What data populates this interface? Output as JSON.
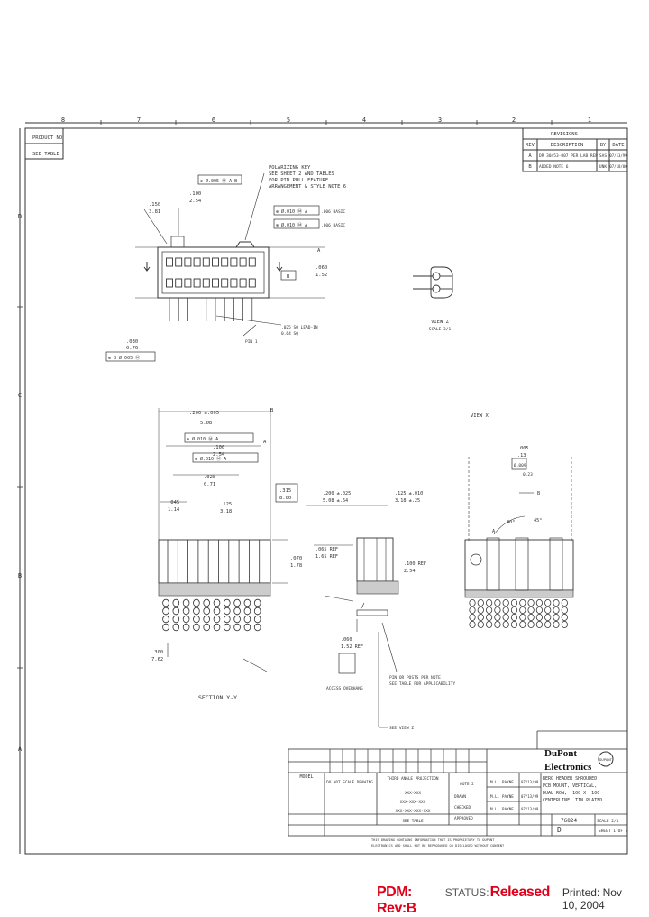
{
  "grid": {
    "top_zones": [
      "8",
      "7",
      "6",
      "5",
      "4",
      "3",
      "2",
      "1"
    ],
    "left_zones": [
      "D",
      "C",
      "B",
      "A"
    ]
  },
  "corner": {
    "product_no": "PRODUCT NO",
    "see_table": "SEE TABLE"
  },
  "revisions": {
    "header": "REVISIONS",
    "columns": [
      "REV",
      "DESCRIPTION",
      "BY",
      "DATE"
    ],
    "rows": [
      {
        "rev": "A",
        "description": "DR 30453-007 PER LAB REP",
        "by": "SAS",
        "date": "07/13/99"
      },
      {
        "rev": "B",
        "description": "ADDED NOTE 6",
        "by": "UNK",
        "date": "07/18/00"
      }
    ]
  },
  "top_view": {
    "polarizing_note": [
      "POLARIZING KEY",
      "SEE SHEET 2 AND TABLES",
      "FOR PIN PULL FEATURE",
      "ARRANGEMENT & STYLE NOTE 6"
    ],
    "dim_100": ".100",
    "dim_254": "2.54",
    "dim_150": ".150",
    "dim_381": "3.81",
    "dim_060": ".060",
    "dim_152": "1.52",
    "fcf_top": "⊕ Ø.005  Ⓜ  A  B",
    "fcf_a": "⊕ Ø.010  Ⓜ  A",
    "fcf_b": "⊕ Ø.010  Ⓜ  A",
    "dim_a": "A",
    "basic_1": ".006 BASIC",
    "basic_2": ".006 BASIC",
    "fcf_bottom": "⊕  B  Ø.005  Ⓜ",
    "dim_bottom_1": ".030",
    "dim_bottom_2": "0.76",
    "lead_in": ".025 SQ LEAD-IN",
    "lead_in_mm": "0.64 SQ",
    "pin_1": "PIN 1",
    "datum_b": "B"
  },
  "view_z": {
    "label": "VIEW Z",
    "scale": "SCALE 3/1"
  },
  "section": {
    "title": "SECTION Y-Y",
    "dims": [
      "B",
      ".200 ±.005",
      "5.08",
      "A",
      ".100",
      "2.54",
      ".028",
      "0.71",
      ".315",
      "8.00",
      ".045",
      "1.14",
      ".125",
      "3.18",
      ".070",
      "1.78",
      ".300",
      "7.62"
    ],
    "fcf_1": "⊕ Ø.010  Ⓜ  A",
    "fcf_2": "⊕ Ø.010  Ⓜ  A",
    "note_pin": "PIN OR POSTS PER NOTE",
    "note_table": "SEE TABLE FOR APPLICABILITY",
    "see_view": "SEE VIEW Z",
    "dim_mid": [
      ".200 ±.025",
      "5.08 ±.64",
      ".125 ±.010",
      "3.18 ±.25",
      ".065 REF",
      "1.65 REF",
      ".100 REF",
      "2.54",
      ".060",
      "1.52 REF",
      "ACCESS OVERHANG"
    ]
  },
  "detail_x": {
    "label": "VIEW X",
    "dims": [
      "B",
      ".005",
      ".13",
      "Ø.009",
      "0.23",
      "45°",
      "40°"
    ],
    "datum": "A"
  },
  "title_block": {
    "company_1": "DuPont",
    "company_2": "Electronics",
    "logo": "DUPONT",
    "title": [
      "BERG HEADER SHROUDED",
      "PCB MOUNT, VERTICAL, ",
      "DUAL ROW, .100 X .100",
      "CENTERLINE, TIN PLATED"
    ],
    "size": "D",
    "dwg_no": "76824",
    "sheet": "SHEET 1 OF 3",
    "scale": "SCALE 2/1",
    "model_label": "MODEL",
    "tolerance_note": "DO NOT SCALE DRAWING",
    "drawn_label": "DRAWN",
    "checked_label": "CHECKED",
    "approved_label": "APPROVED",
    "drawn_by": "M.L. PAYNE",
    "checked_by": "M.L. PAYNE",
    "approved_by": "M.L. PAYNE",
    "dates": [
      "07/13/99",
      "07/13/99",
      "07/13/99"
    ],
    "part_rows": [
      "XXX-XXX",
      "XXX-XXX-XXX",
      "XXX-XXX-XXX-XXX"
    ],
    "material": "SEE TABLE",
    "finish": "NOTE 2",
    "projection": "THIRD ANGLE PROJECTION",
    "notes_bottom": [
      "THIS DRAWING CONTAINS INFORMATION THAT IS PROPRIETARY TO DUPONT",
      "ELECTRONICS AND SHALL NOT BE REPRODUCED OR DISCLOSED WITHOUT CONSENT"
    ]
  },
  "footer": {
    "pdm": "PDM: Rev:B",
    "status_label": "STATUS:",
    "status_value": "Released",
    "printed": "Printed: Nov 10, 2004"
  },
  "colors": {
    "line": "#333333",
    "stamp_red": "#e0001a",
    "paper": "#ffffff"
  }
}
